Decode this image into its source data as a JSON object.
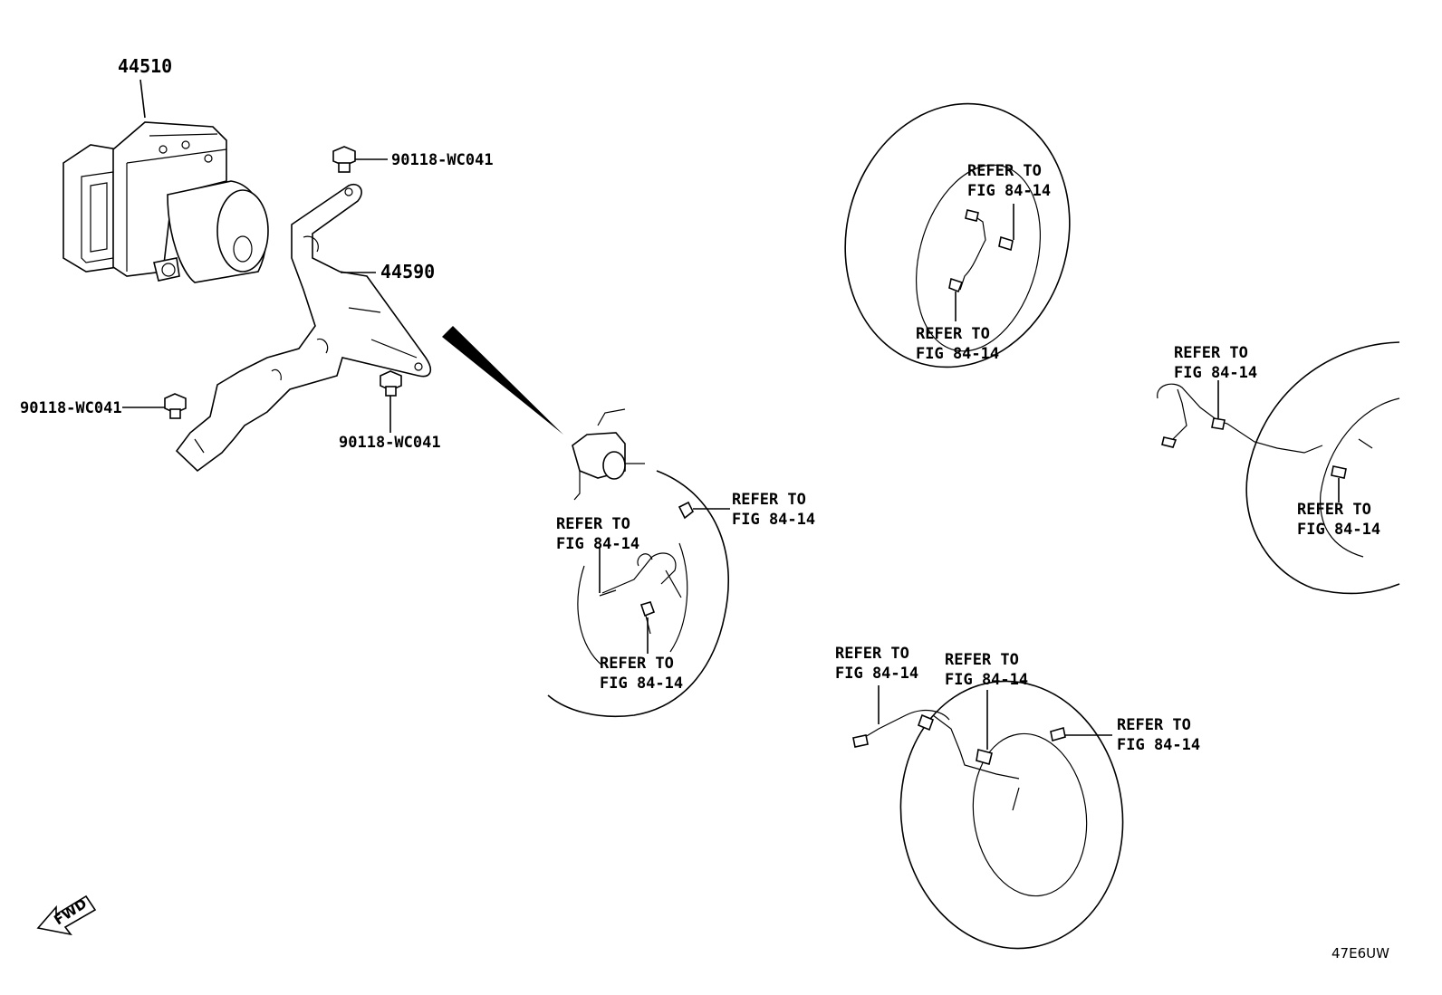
{
  "parts": {
    "abs_actuator": "44510",
    "bracket": "44590",
    "bolt_top": "90118-WC041",
    "bolt_left": "90118-WC041",
    "bolt_bottom": "90118-WC041"
  },
  "refer": {
    "line1": "REFER TO",
    "line2": "FIG 84-14"
  },
  "fwd_label": "FWD",
  "diagram_code": "47E6UW"
}
